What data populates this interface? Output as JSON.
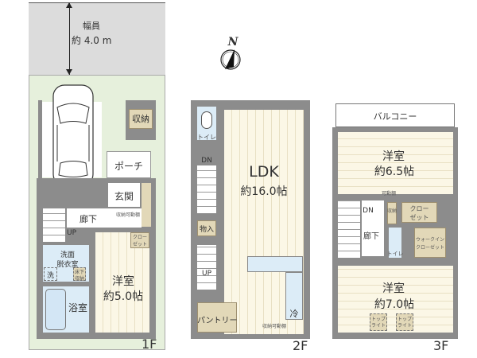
{
  "road": {
    "label_1": "幅員",
    "label_2": "約 4.0 m"
  },
  "compass": {
    "label": "N"
  },
  "floors": [
    {
      "name": "1F",
      "rooms": {
        "storage": "収納",
        "porch": "ポーチ",
        "entrance": "玄関",
        "hallway": "廊下",
        "stairs": "UP",
        "adjustable_shelf": "収納可動棚",
        "closet_1": "クロー",
        "closet_2": "ゼット",
        "washroom_1": "洗面",
        "washroom_2": "脱衣室",
        "washer": "洗",
        "underfloor_1": "床下",
        "underfloor_2": "収納",
        "bath": "浴室",
        "western_room": "洋室",
        "western_room_size": "約5.0帖"
      }
    },
    {
      "name": "2F",
      "rooms": {
        "toilet": "トイレ",
        "stairs_dn": "DN",
        "ldk": "LDK",
        "ldk_size": "約16.0帖",
        "storage": "物入",
        "stairs_up": "UP",
        "pantry": "パントリー",
        "fridge": "冷",
        "adjustable_shelf": "収納可動棚"
      }
    },
    {
      "name": "3F",
      "rooms": {
        "balcony": "バルコニー",
        "western_room_a": "洋室",
        "western_room_a_size": "約6.5帖",
        "adjustable_shelf": "可動棚",
        "stairs_dn": "DN",
        "storage": "収納",
        "closet_1": "クロー",
        "closet_2": "ゼット",
        "hallway": "廊下",
        "toilet": "トイレ",
        "wic_1": "ウォークイン",
        "wic_2": "クローゼット",
        "western_room_b": "洋室",
        "western_room_b_size": "約7.0帖",
        "toplight": "トップライト"
      }
    }
  ]
}
